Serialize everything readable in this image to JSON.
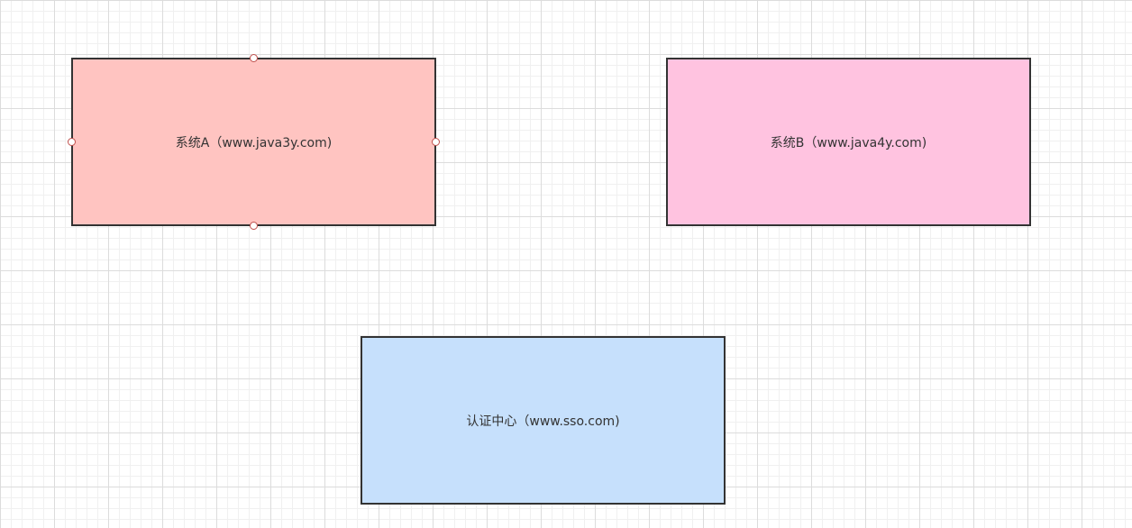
{
  "nodes": {
    "system_a": {
      "label": "系统A（www.java3y.com)",
      "fill": "#ffc4c1",
      "selected": true
    },
    "system_b": {
      "label": "系统B（www.java4y.com)",
      "fill": "#ffc3e0"
    },
    "sso": {
      "label": "认证中心（www.sso.com)",
      "fill": "#c6e0fc"
    }
  },
  "colors": {
    "border": "#333333",
    "text": "#333333",
    "selection_handle": "#c0504d",
    "grid_major": "#dcdcdc",
    "grid_minor": "#f0f0f0"
  }
}
